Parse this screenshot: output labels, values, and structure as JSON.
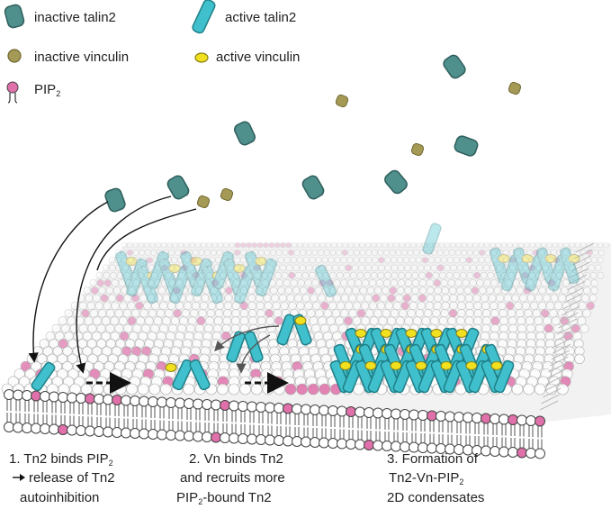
{
  "legend": {
    "inactive_talin": "inactive talin2",
    "active_talin": "active talin2",
    "inactive_vinculin": "inactive vinculin",
    "active_vinculin": "active vinculin",
    "pip2_base": "PIP",
    "pip2_sub": "2"
  },
  "steps": [
    {
      "line1_a": "1. Tn2 binds PIP",
      "line1_sub": "2",
      "line1_b": "",
      "line2": "release of Tn2",
      "line3": "autoinhibition"
    },
    {
      "line1": "2. Vn binds Tn2",
      "line2": "and recruits more",
      "line3_a": "PIP",
      "line3_sub": "2",
      "line3_b": "-bound Tn2"
    },
    {
      "line1": "3. Formation of",
      "line2_a": "Tn2-Vn-PIP",
      "line2_sub": "2",
      "line3": "2D condensates"
    }
  ],
  "colors": {
    "inactive_talin": "#4f8f8c",
    "inactive_talin_stroke": "#2f5f5d",
    "active_talin": "#40c0cc",
    "active_talin_stroke": "#1f7f88",
    "inactive_vinculin": "#a59a55",
    "active_vinculin": "#f0e020",
    "pip2": "#e070aa",
    "lipid": "#ffffff"
  }
}
